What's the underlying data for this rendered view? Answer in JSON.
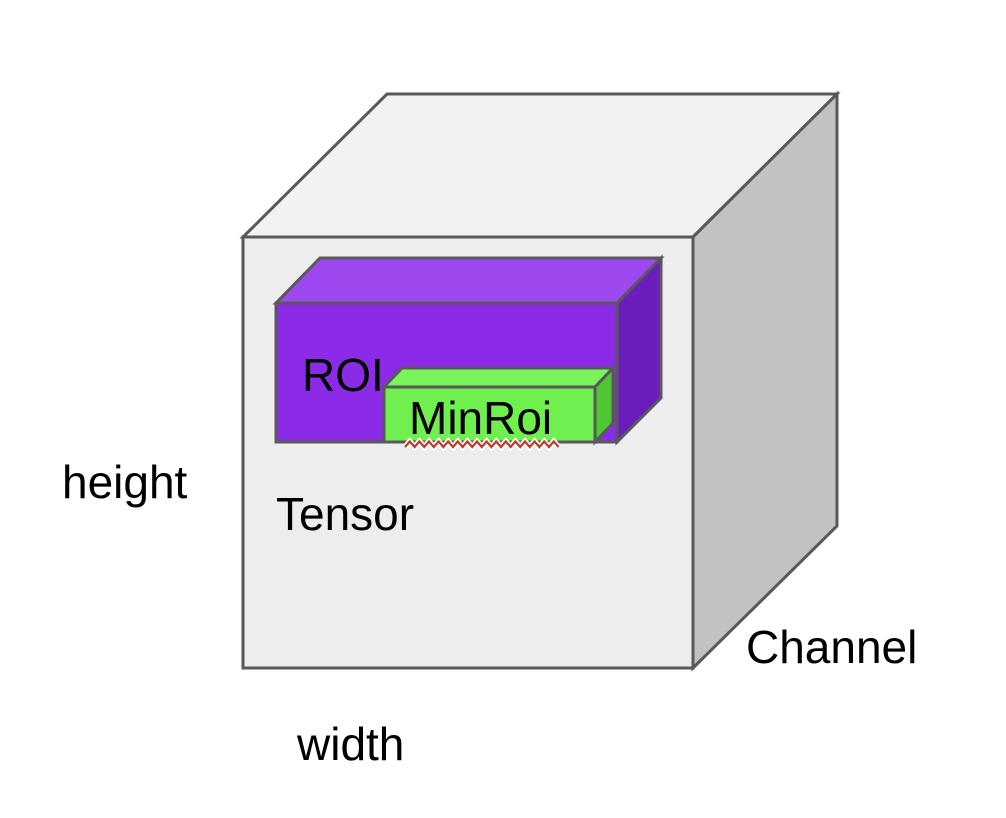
{
  "labels": {
    "tensor": "Tensor",
    "roi": "ROI",
    "minroi": "MinRoi",
    "height": "height",
    "width": "width",
    "channel": "Channel"
  },
  "colors": {
    "background": "#ffffff",
    "cube_front": "#ededed",
    "cube_top": "#f2f2f2",
    "cube_right": "#c2c2c2",
    "roi_front": "#8b2be8",
    "roi_top": "#9d49ef",
    "roi_right": "#6c1ebd",
    "minroi_front": "#6ff04f",
    "minroi_top": "#79f55b",
    "minroi_right": "#4ec634",
    "outline": "#595959",
    "squiggle": "#c0392b",
    "text": "#000000"
  }
}
